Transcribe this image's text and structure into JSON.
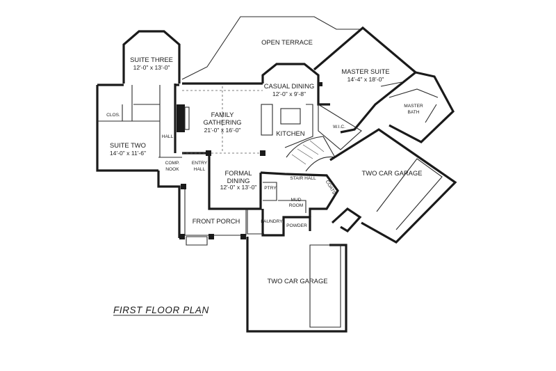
{
  "plan_title": "FIRST FLOOR PLAN",
  "rooms": {
    "open_terrace": "OPEN TERRACE",
    "suite_three": [
      "SUITE THREE",
      "12'-0\" x 13'-0\""
    ],
    "master_suite": [
      "MASTER SUITE",
      "14'-4\" x 18'-0\""
    ],
    "casual_dining": [
      "CASUAL DINING",
      "12'-0\" x 9'-8\""
    ],
    "family_gathering": [
      "FAMILY",
      "GATHERING",
      "21'-0\" x 16'-0\""
    ],
    "kitchen": "KITCHEN",
    "clos": "CLOS.",
    "hall": "HALL",
    "suite_two": [
      "SUITE TWO",
      "14'-0\" x 11'-6\""
    ],
    "wic": "W.I.C.",
    "master_bath": [
      "MASTER",
      "BATH"
    ],
    "comp_nook": [
      "COMP.",
      "NOOK"
    ],
    "entry_hall": [
      "ENTRY",
      "HALL"
    ],
    "formal_dining": [
      "FORMAL",
      "DINING",
      "12'-0\" x 13'-0\""
    ],
    "stair_hall": "STAIR HALL",
    "coats": "COATS",
    "ptry": "PTRY",
    "mud_room": [
      "MUD",
      "ROOM"
    ],
    "two_car_garage_right": "TWO CAR GARAGE",
    "front_porch": "FRONT PORCH",
    "laundry": "LAUNDRY",
    "powder": "POWDER",
    "two_car_garage_bottom": "TWO CAR GARAGE"
  }
}
